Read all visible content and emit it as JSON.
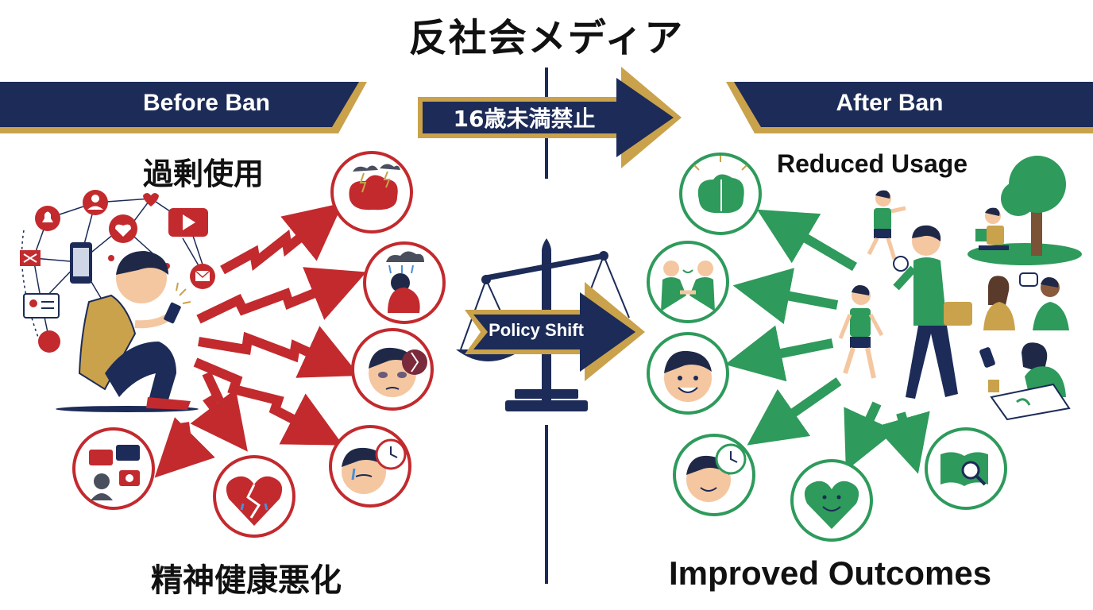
{
  "title": "反社会メディア",
  "left_banner": "Before Ban",
  "right_banner": "After Ban",
  "policy_arrow": "16歳未満禁止",
  "scale_label": "Policy Shift",
  "left_top_label": "過剰使用",
  "left_bottom_label": "精神健康悪化",
  "right_top_label": "Reduced Usage",
  "right_bottom_label": "Improved Outcomes",
  "colors": {
    "navy": "#1c2b57",
    "gold": "#c9a24b",
    "red": "#c22a2e",
    "green": "#2e9a5b",
    "skin": "#f4c7a1",
    "hair": "#1f2947"
  }
}
